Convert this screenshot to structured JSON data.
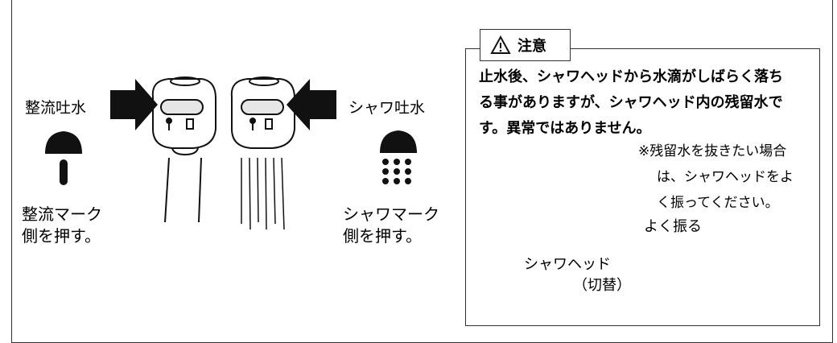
{
  "left": {
    "straight_label": "整流吐水",
    "straight_press": [
      "整流マーク",
      "側を押す。"
    ],
    "shower_label": "シャワ吐水",
    "shower_press": [
      "シャワマーク",
      "側を押す。"
    ]
  },
  "caution": {
    "title": "注意",
    "body": [
      "止水後、シャワヘッドから水滴がしばらく落ち",
      "る事がありますが、シャワヘッド内の残留水で",
      "す。異常ではありません。"
    ],
    "note": [
      "※残留水を抜きたい場合",
      "は、シャワヘッドをよ",
      "く振ってください。"
    ],
    "shake_label": "よく振る",
    "head_label": "シャワヘッド",
    "head_sub": "（切替）"
  },
  "icons": [
    "warning-icon",
    "straight-mark-icon",
    "shower-mark-icon",
    "double-arrow-icon"
  ]
}
